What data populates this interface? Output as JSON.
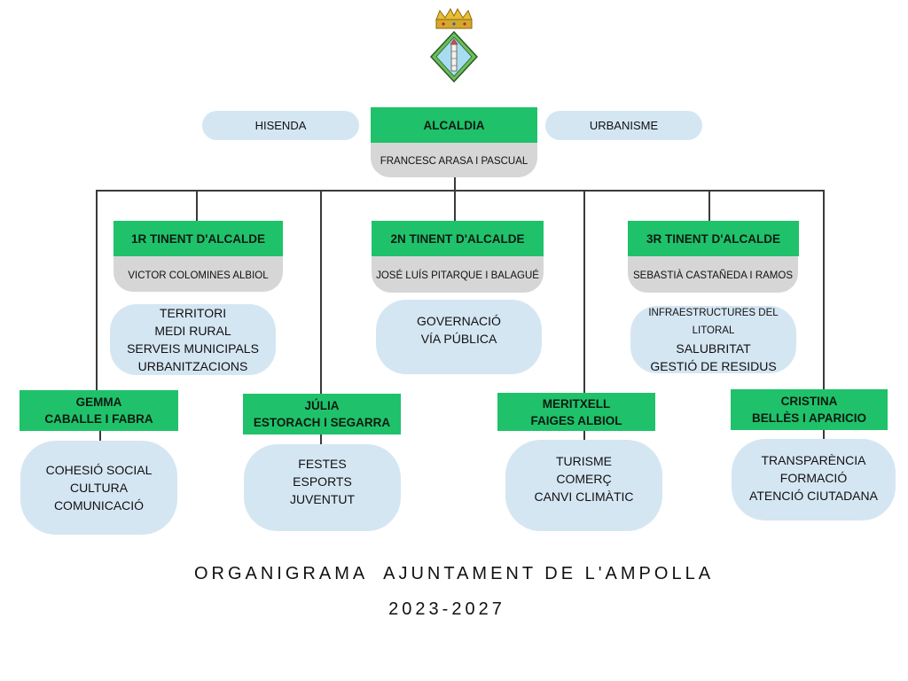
{
  "colors": {
    "green": "#1fc26a",
    "grey": "#d6d6d6",
    "blue": "#d5e6f3",
    "line": "#3a3a3a"
  },
  "logo": {
    "name": "coat-of-arms-icon"
  },
  "top": {
    "left_pill": "HISENDA",
    "right_pill": "URBANISME",
    "alcaldia": {
      "title": "ALCALDIA",
      "person": "FRANCESC ARASA I PASCUAL"
    }
  },
  "tinents": [
    {
      "title": "1R TINENT D'ALCALDE",
      "person": "VICTOR COLOMINES ALBIOL",
      "areas": [
        "TERRITORI",
        "MEDI RURAL",
        "SERVEIS MUNICIPALS",
        "URBANITZACIONS"
      ]
    },
    {
      "title": "2N TINENT D'ALCALDE",
      "person": "JOSÉ LUÍS PITARQUE I BALAGUÉ",
      "areas": [
        "GOVERNACIÓ",
        "VÍA PÚBLICA"
      ]
    },
    {
      "title": "3R TINENT D'ALCALDE",
      "person": "SEBASTIÀ CASTAÑEDA I RAMOS",
      "areas": [
        "INFRAESTRUCTURES DEL LITORAL",
        "SALUBRITAT",
        "GESTIÓ DE RESIDUS"
      ]
    }
  ],
  "regidors": [
    {
      "line1": "GEMMA",
      "line2": "CABALLE I FABRA",
      "areas": [
        "COHESIÓ SOCIAL",
        "CULTURA",
        "COMUNICACIÓ"
      ]
    },
    {
      "line1": "JÚLIA",
      "line2": "ESTORACH I SEGARRA",
      "areas": [
        "FESTES",
        "ESPORTS",
        "JUVENTUT"
      ]
    },
    {
      "line1": "MERITXELL",
      "line2": "FAIGES ALBIOL",
      "areas": [
        "TURISME",
        "COMERÇ",
        "CANVI CLIMÀTIC"
      ]
    },
    {
      "line1": "CRISTINA",
      "line2": "BELLÈS I APARICIO",
      "areas": [
        "TRANSPARÈNCIA",
        "FORMACIÓ",
        "ATENCIÓ CIUTADANA"
      ]
    }
  ],
  "footer": {
    "title": "ORGANIGRAMA  AJUNTAMENT DE L'AMPOLLA",
    "period": "2023-2027"
  }
}
